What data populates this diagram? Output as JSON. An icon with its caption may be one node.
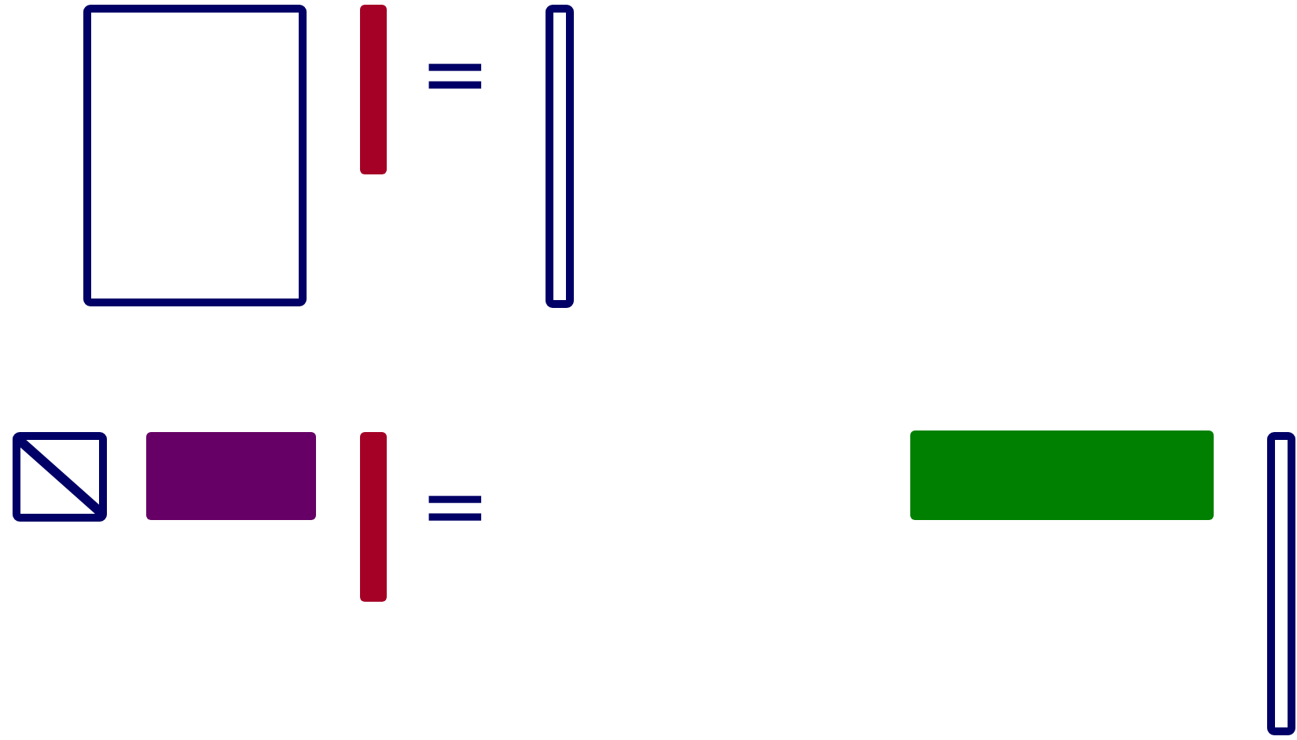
{
  "diagram": {
    "nodes": [
      {
        "text": [],
        "shape": "box"
      },
      {
        "text": [],
        "shape": "bar"
      },
      {
        "text": [],
        "shape": "box"
      },
      {
        "text": [],
        "shape": "box"
      },
      {
        "text": [],
        "shape": "bar"
      },
      {
        "text": [],
        "shape": "bar"
      },
      {
        "text": [],
        "shape": "bar"
      },
      {
        "text": [],
        "shape": "box"
      }
    ],
    "labels": [
      "=",
      "="
    ]
  }
}
